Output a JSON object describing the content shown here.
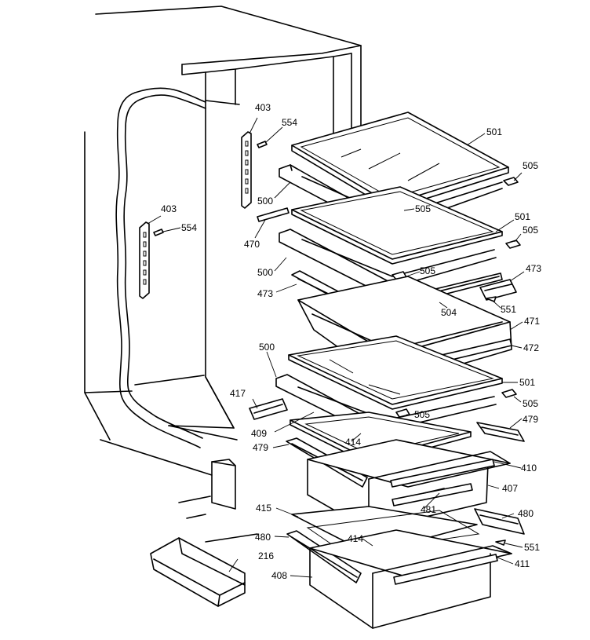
{
  "labels": {
    "l403a": "403",
    "l554a": "554",
    "l403b": "403",
    "l554b": "554",
    "l501a": "501",
    "l505a": "505",
    "l500a": "500",
    "l505b": "505",
    "l501b": "501",
    "l505c": "505",
    "l470": "470",
    "l500b": "500",
    "l505d": "505",
    "l473a": "473",
    "l473b": "473",
    "l504": "504",
    "l551a": "551",
    "l471": "471",
    "l472": "472",
    "l500c": "500",
    "l501c": "501",
    "l417": "417",
    "l505e": "505",
    "l505f": "505",
    "l479a": "479",
    "l409": "409",
    "l414a": "414",
    "l479b": "479",
    "l410": "410",
    "l407": "407",
    "l481": "481",
    "l415": "415",
    "l480a": "480",
    "l480b": "480",
    "l414b": "414",
    "l551b": "551",
    "l216": "216",
    "l411": "411",
    "l408": "408"
  }
}
